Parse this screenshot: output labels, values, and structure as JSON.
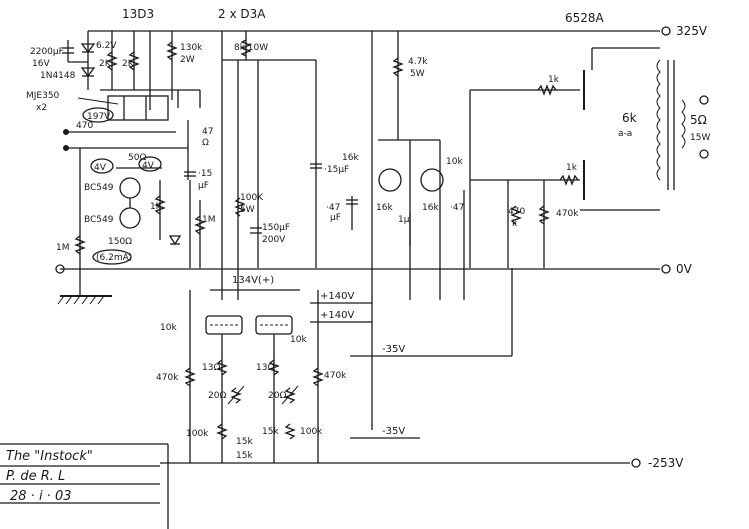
{
  "rails": {
    "top_tube_label": "6528A",
    "plus_325": "325V",
    "zero_v": "0V",
    "minus_253": "-253V",
    "minus_35_a": "-35V",
    "minus_35_b": "-35V",
    "plus_140_a": "+140V",
    "plus_140_b": "+140V",
    "node_134": "134V(+)"
  },
  "tube_labels": {
    "reg_13d3": "13D3",
    "reg_2xd3a": "2 x D3A"
  },
  "left_stage": {
    "cap_2200": "2200µF",
    "cap_2200_v": "16V",
    "zener": "6.2V",
    "diode": "1N4148",
    "r_2k_a": "2K",
    "r_2k_b": "2K",
    "r_130k": "130k",
    "r_130k_w": "2W",
    "transistor_pair": "MJE350",
    "transistor_pair_n": "x2",
    "v197": "197V",
    "r_470": "470",
    "r_47": "47",
    "r_47_unit": "Ω",
    "v4_a": "4V",
    "v4_b": "4V",
    "pot_50": "50Ω",
    "bc549_a": "BC549",
    "bc549_b": "BC549",
    "r_1k": "1k",
    "cap_15": "·15",
    "cap_15_unit": "µF",
    "r_1m_a": "1M",
    "r_1m_b": "1M",
    "r_150": "150Ω",
    "i_6ma": "(6.2mA)"
  },
  "mid_stage": {
    "r_8k": "8k 10W",
    "r_100k": "100K",
    "r_100k_w": "5W",
    "cap_150": "150µF",
    "cap_150_v": "200V",
    "cap_015": "·15µF"
  },
  "driver_stage": {
    "r_47k": "4.7k",
    "r_47k_w": "5W",
    "r_16k_a": "16k",
    "r_16k_b": "16k",
    "r_16k_c": "16k",
    "r_10k": "10k",
    "cap_47_a": "·47",
    "cap_47_b": "·47",
    "cap_47_unit": "µF",
    "cap_1": "1µ"
  },
  "output_stage": {
    "r_1k_a": "1k",
    "r_1k_b": "1k",
    "impedance": "6k",
    "impedance_sub": "a-a",
    "load": "5Ω",
    "load_w": "15W",
    "r_470k_a": "470",
    "r_470k_a_unit": "k",
    "r_470k_b": "470k"
  },
  "lower_stage": {
    "r_10k_a": "10k",
    "r_10k_b": "10k",
    "r_470k_a": "470k",
    "r_470k_b": "470k",
    "r_13_a": "13Ω",
    "r_13_b": "13Ω",
    "pot_20_a": "20Ω",
    "pot_20_b": "20Ω",
    "r_100k_a": "100k",
    "r_100k_b": "100k",
    "r_15k_a": "15k",
    "r_15k_b": "15k",
    "r_15k_c": "15k"
  },
  "title_block": {
    "name": "The \"Instock\"",
    "author": "P. de R. L",
    "date": "28 · i · 03"
  }
}
